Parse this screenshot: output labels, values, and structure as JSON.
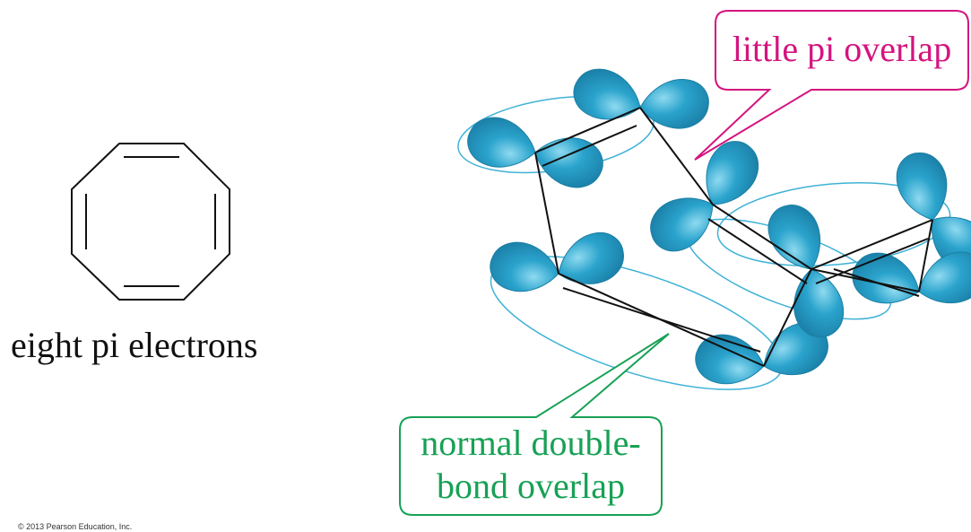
{
  "left_panel": {
    "caption": "eight pi electrons"
  },
  "callouts": {
    "little_overlap": {
      "text": "little pi overlap",
      "color": "#d4147f"
    },
    "normal_overlap": {
      "line1": "normal double-",
      "line2": "bond overlap",
      "color": "#17a155"
    }
  },
  "copyright": "© 2013 Pearson Education, Inc.",
  "colors": {
    "orbital_fill": "#2aa3cc",
    "orbital_edge": "#1c7fa4",
    "overlap_line": "#3fb2d6",
    "bond_line": "#111111"
  }
}
